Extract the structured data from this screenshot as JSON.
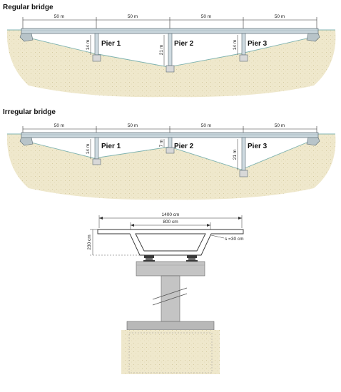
{
  "regular": {
    "title": "Regular bridge",
    "spans": [
      "50 m",
      "50 m",
      "50 m",
      "50 m"
    ],
    "piers": [
      {
        "label": "Pier 1",
        "height": "14 m"
      },
      {
        "label": "Pier 2",
        "height": "21 m"
      },
      {
        "label": "Pier 3",
        "height": "14 m"
      }
    ]
  },
  "irregular": {
    "title": "Irregular bridge",
    "spans": [
      "50 m",
      "50 m",
      "50 m",
      "50 m"
    ],
    "piers": [
      {
        "label": "Pier 1",
        "height": "14 m"
      },
      {
        "label": "Pier 2",
        "height": "7 m"
      },
      {
        "label": "Pier 3",
        "height": "21 m"
      }
    ]
  },
  "section": {
    "deck_width": "1400 cm",
    "box_width": "800 cm",
    "deck_height": "230 cm",
    "thickness": "s =30 cm"
  },
  "colors": {
    "ground_fill": "#ede6c8",
    "deck_fill": "#c9d6dc",
    "pier_fill": "#cfdbe1",
    "outline": "#5a6a72",
    "ground_line": "#7fb3b0",
    "concrete": "#c4c4c4",
    "bearing": "#3a3a3a"
  }
}
